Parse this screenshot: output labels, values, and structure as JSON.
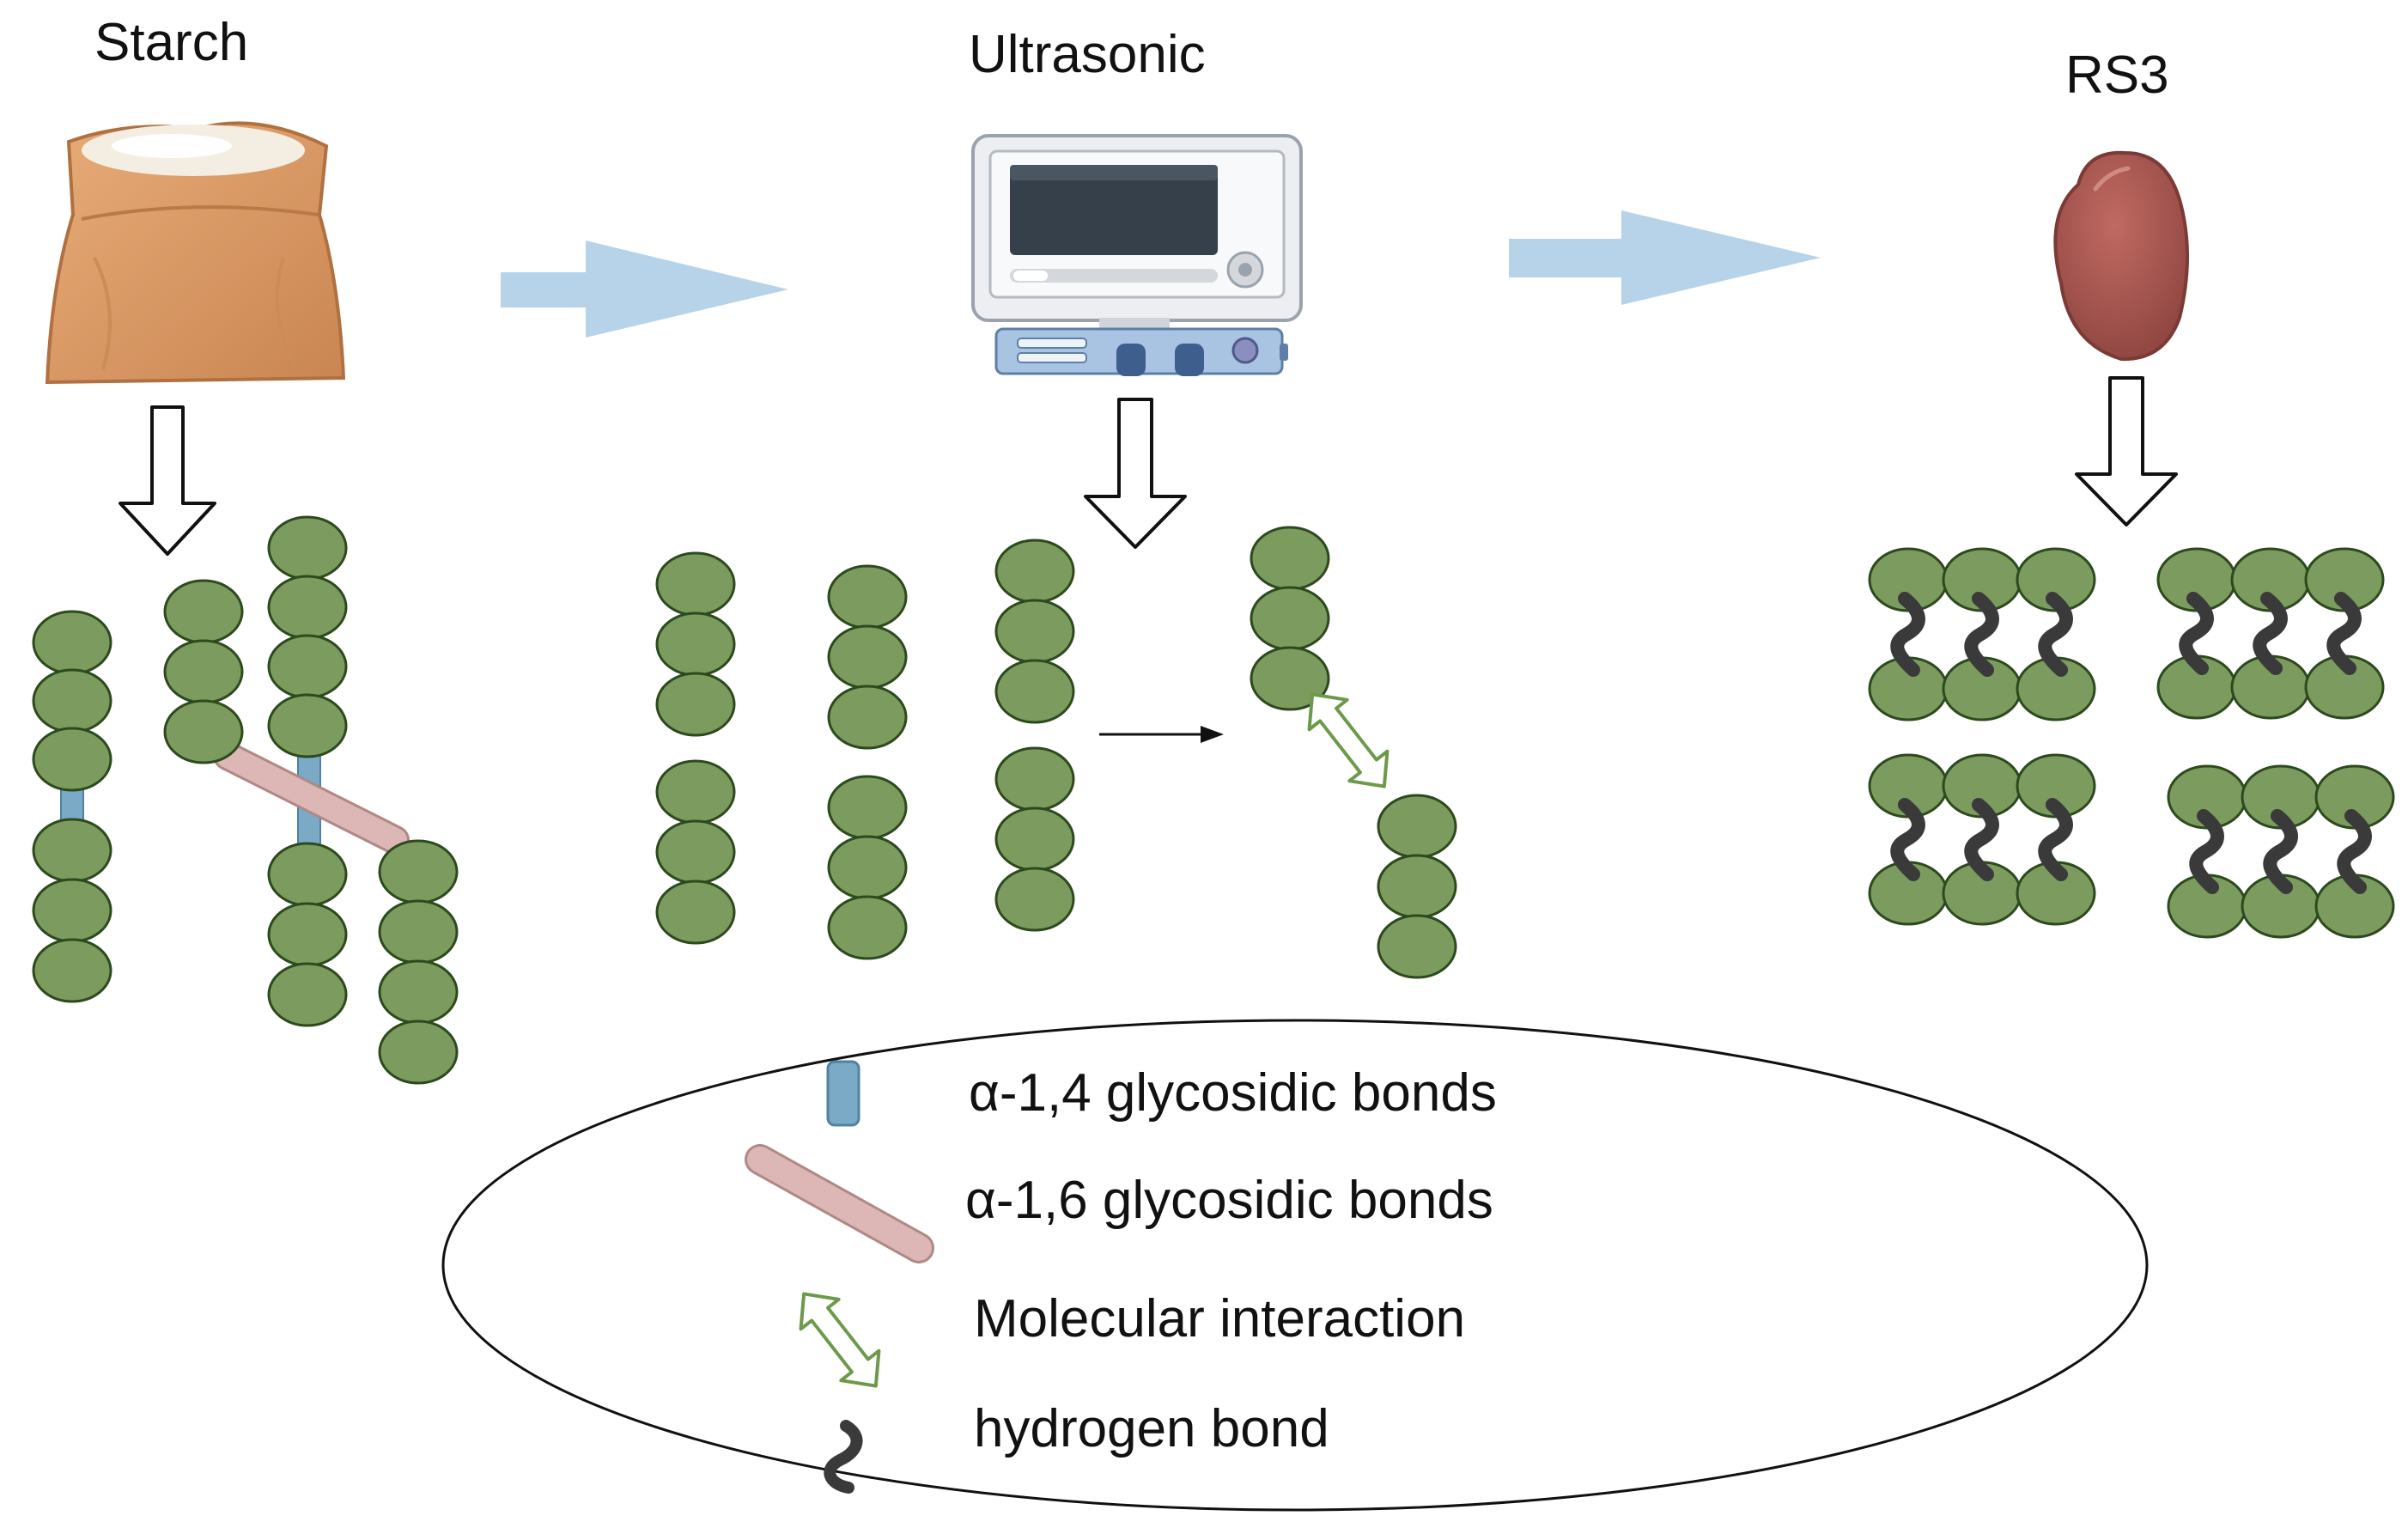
{
  "stages": {
    "starch": {
      "title": "Starch",
      "icon": "flour-sack-icon"
    },
    "ultrasonic": {
      "title": "Ultrasonic",
      "icon": "ultrasonic-device-icon"
    },
    "rs3": {
      "title": "RS3",
      "icon": "resistant-starch-granule-icon"
    }
  },
  "legend": {
    "items": [
      {
        "label": "α-1,4 glycosidic bonds",
        "icon": "blue-cylinder-icon"
      },
      {
        "label": "α-1,6 glycosidic bonds",
        "icon": "pink-rod-icon"
      },
      {
        "label": "Molecular interaction",
        "icon": "double-arrow-icon"
      },
      {
        "label": "hydrogen bond",
        "icon": "wavy-bond-icon"
      }
    ]
  },
  "colors": {
    "glucose": "#7b9c5e",
    "glucose_stroke": "#2d4a1e",
    "alpha14_bond": "#7aaac6",
    "alpha16_bond": "#dcb7b5",
    "flow_arrow": "#b6d3ea",
    "interaction_arrow": "#6d9a4a",
    "hydrogen_bond": "#3a3a3a",
    "granule": "#a4544e"
  }
}
